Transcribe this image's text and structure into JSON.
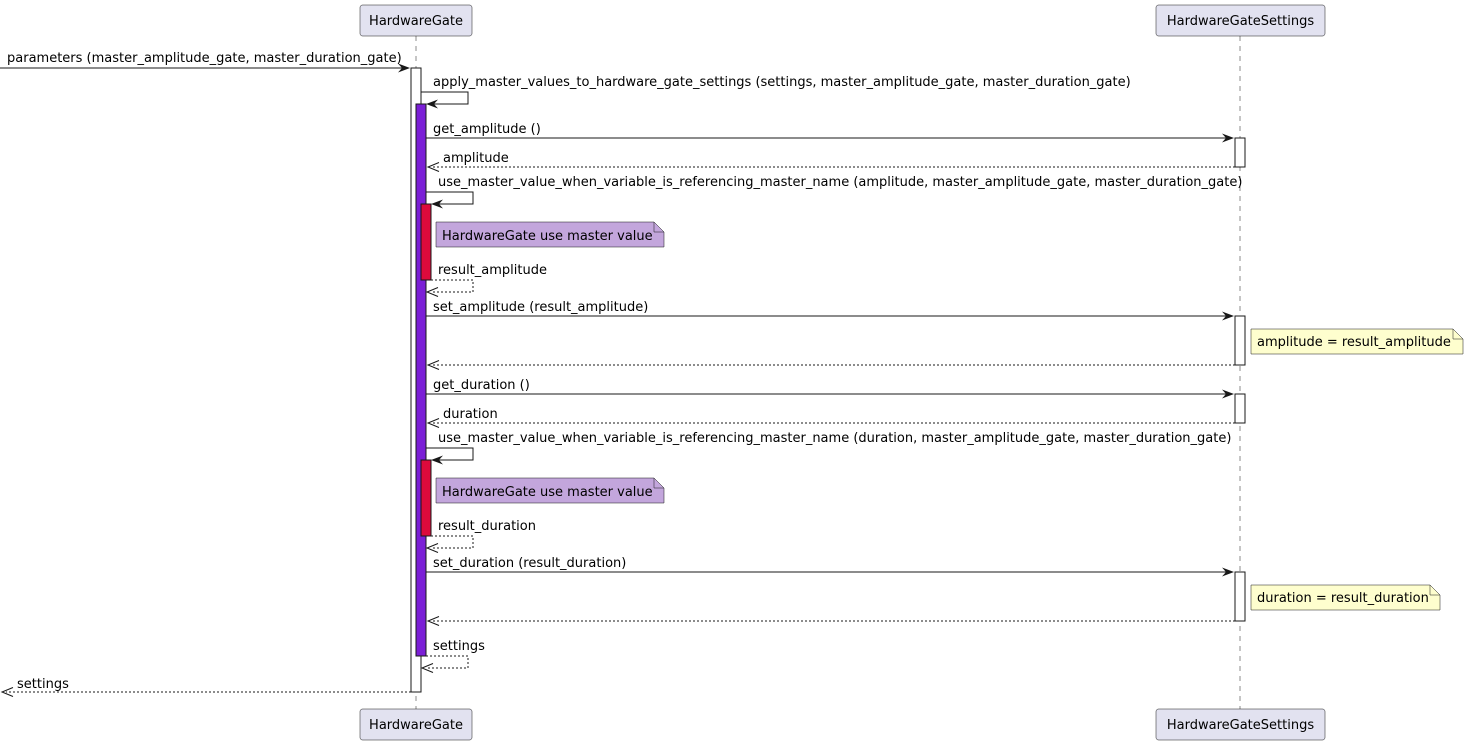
{
  "participants": {
    "gate": "HardwareGate",
    "settings": "HardwareGateSettings"
  },
  "messages": {
    "parameters": "parameters (master_amplitude_gate, master_duration_gate)",
    "apply": "apply_master_values_to_hardware_gate_settings (settings, master_amplitude_gate, master_duration_gate)",
    "get_amplitude": "get_amplitude ()",
    "amplitude_return": "amplitude",
    "use_master_amplitude": "use_master_value_when_variable_is_referencing_master_name (amplitude, master_amplitude_gate, master_duration_gate)",
    "result_amplitude": "result_amplitude",
    "set_amplitude": "set_amplitude (result_amplitude)",
    "get_duration": "get_duration ()",
    "duration_return": "duration",
    "use_master_duration": "use_master_value_when_variable_is_referencing_master_name (duration, master_amplitude_gate, master_duration_gate)",
    "result_duration": "result_duration",
    "set_duration": "set_duration (result_duration)",
    "settings_return": "settings",
    "settings_final": "settings"
  },
  "notes": {
    "master_value_1": "HardwareGate use master value",
    "amplitude_assign": "amplitude = result_amplitude",
    "master_value_2": "HardwareGate use master value",
    "duration_assign": "duration = result_duration"
  },
  "colors": {
    "participant_fill": "#e2e2f0",
    "activation_outer": "#7b1fd6",
    "activation_inner": "#dc0a3c",
    "activation_plain": "#ffffff",
    "note_purple": "#c3a6dc",
    "note_yellow": "#fefece",
    "line": "#181818"
  }
}
